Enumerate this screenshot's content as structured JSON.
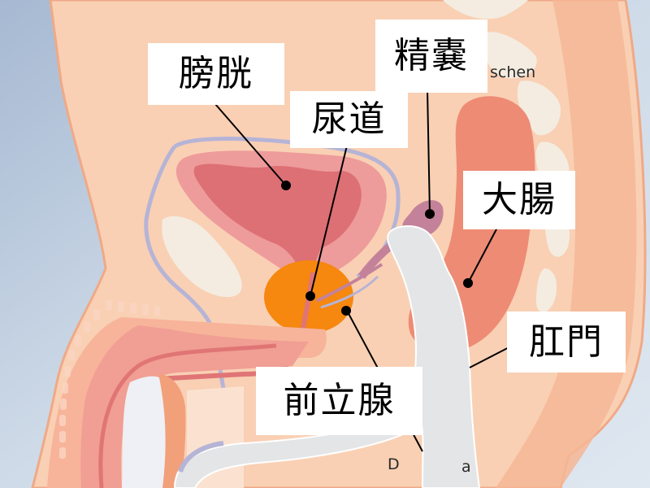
{
  "diagram": {
    "subject": "male pelvis sagittal cross-section",
    "colors": {
      "background_left": "#a9bcd4",
      "background_right": "#c3d1e2",
      "skin": "#f9d0b4",
      "skin_outline": "#f0a987",
      "bladder_outer": "#ee9b9b",
      "bladder_inner": "#dd7074",
      "prostate": "#f6870f",
      "seminal_vesicle": "#c4829a",
      "rectum": "#ee8b74",
      "bone": "#f4ece0",
      "vas_deferens": "#b6b4d6",
      "penis_tissue": "#f19e94",
      "urethra_line": "#e07576",
      "device": "#e4e5e6",
      "label_bg": "#ffffff",
      "leader_line": "#000000"
    }
  },
  "labels": {
    "bladder": "膀胱",
    "urethra": "尿道",
    "seminal_vesicle": "精嚢",
    "large_intestine": "大腸",
    "anus": "肛門",
    "prostate": "前立腺"
  },
  "background_text": {
    "partial_top": "schen",
    "partial_bottom_left": "D",
    "partial_bottom_right": "a"
  }
}
